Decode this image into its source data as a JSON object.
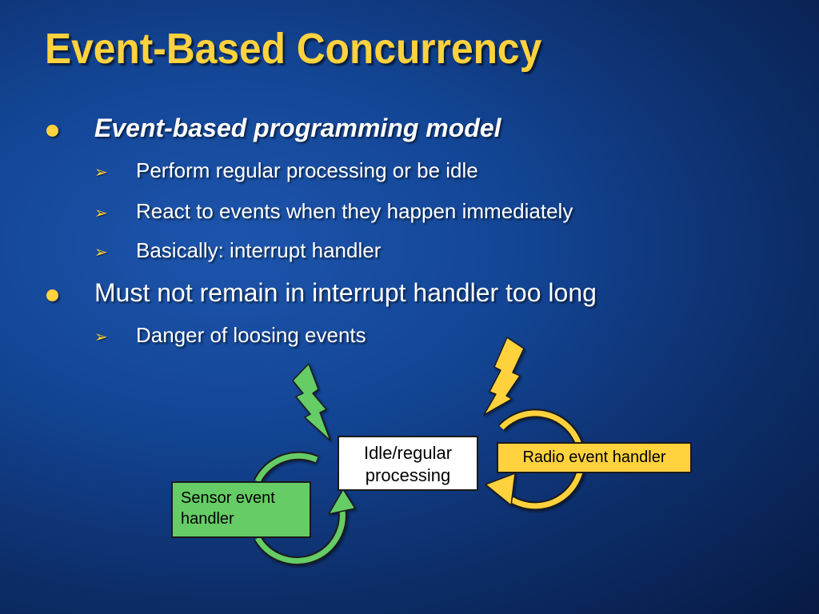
{
  "title": "Event-Based Concurrency",
  "bullets": [
    {
      "text": "Event-based programming model",
      "sub": [
        "Perform regular processing or be idle",
        "React to events when they happen immediately",
        "Basically: interrupt handler"
      ]
    },
    {
      "text": "Must not remain in interrupt handler too long",
      "sub": [
        "Danger of loosing events"
      ]
    }
  ],
  "sub_bullet_glyph": "➢",
  "diagram": {
    "center_box_line1": "Idle/regular",
    "center_box_line2": "processing",
    "radio_box": "Radio event handler",
    "sensor_box_line1": "Sensor event",
    "sensor_box_line2": "handler"
  },
  "colors": {
    "title": "#ffd23e",
    "bullet": "#ffd23e",
    "radio": "#ffd23e",
    "sensor": "#66cc66",
    "background": "#134595"
  }
}
